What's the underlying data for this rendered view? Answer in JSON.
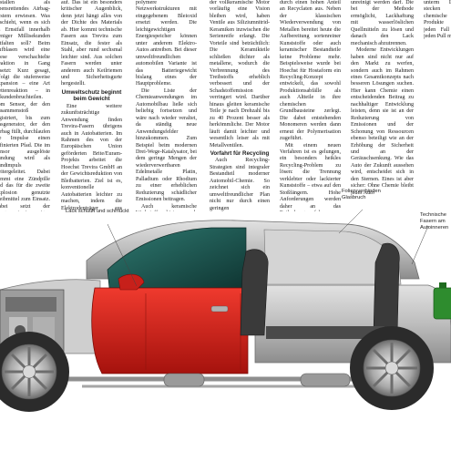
{
  "columns": [
    {
      "id": "c1",
      "blocks": [
        {
          "type": "p",
          "text": "stallen als lebensrettendes Airbag-System erwiesen. Was geschieht, wenn es sich im Ernstfall innerhalb weniger Millisekunden entfalten soll? Beim Aufblasen wird eine wiese verschachtelte Reaktion in Gang gesetzt: Kurz gesagt, erfolgt die stufenweise Expansion – eine Art Kettenreaktion – in Sekundenbruchteilen. Vom Sensor, der den Zusammenstoß registriert, bis zum Gasgenerator, der den Airbag füllt, durchlaufen die Impulse einen definierten Pfad. Die im Sensor ausgelöste Zündung wird als Zündimpuls weitergeleitet. Dabei kommt eine Zündpille und das für die zweite Explosion genutzte Treibmittel zum Einsatz. Dabei setzt der Gasgenerator in wenigen Millisekunden das Gas frei, das den Airbag füllt. Während das Gas mit einer Geschwindigkeit von mehr als 300 Stundenkilometern in den Airbag strömt, bläht sich dieser auf. Mit Silikon beschichtet wird das Gewebe, damit der Stoffsack beim Einsatz geschützt bleibt."
        }
      ]
    },
    {
      "id": "c2",
      "blocks": [
        {
          "type": "p",
          "first": true,
          "text": "auf. Das ist ein besonders kritischer Augenblick, denn jetzt hängt alles von der Dichte des Materials ab. Hier kommt technische Fasern aus Trevira zum Einsatz, die fester als Stahl, aber rund sechsmal leichter sind. Aus solchen Fasern werden unter anderem auch Keilriemen und Sicherheitsgurte hergestellt."
        },
        {
          "type": "h",
          "text": "Umweltschutz beginnt beim Gewicht"
        },
        {
          "type": "p",
          "text": "Eine weitere zukunftsträchtige Anwendung finden Trevira-Fasern übrigens auch in Autobatterien. Im Rahmen des von der Europäischen Union geförderten Brite/Euram-Projekts arbeitet die Hoechst Trevira GmbH an der Gewichtsreduktion von Bleibatterien. Ziel ist es, konventionelle Autobatterien leichter zu machen, indem die Elektrodenträger aus Bleigitter durch"
        }
      ]
    },
    {
      "id": "c3",
      "blocks": [
        {
          "type": "p",
          "first": true,
          "text": "polymere Netzwerkstrukturen mit eingegebenem Bleioxid ersetzt werden. Die leichtgewichtigen Energiespeicher können unter anderem Elektro-Autos antreiben. Bei dieser umweltfreundlichen automobilen Variante ist das Batteriegewicht bislang eines der Hauptprobleme."
        },
        {
          "type": "p",
          "text": "Die Liste der Chemieanwendungen im Automobilbau ließe sich beliebig fortsetzen und wäre nach wieder veraltet, da ständig neue Anwendungsfelder hinzukommen. Zum Beispiel beim modernen Drei-Wege-Katalysator, bei dem geringe Mengen der wiederverwertbaren Edelmetalle Platin, Palladium oder Rhodium zu einer erheblichen Reduzierung schädlicher Emissionen beitragen."
        },
        {
          "type": "p",
          "text": "Auch keramische Werkstoffe bieten noch erhebliches Spielraum für Innovationen. Obwohl"
        }
      ]
    },
    {
      "id": "c4",
      "blocks": [
        {
          "type": "p",
          "first": true,
          "text": "der vollkeramische Motor vorläufig eine Vision bleiben wird, haben Ventile aus Siliziumnitrid-Keramiken inzwischen die Serienreife erlangt. Die Vorteile sind beträchtlich: Die Keramikteile schließen dichter als metallene, wodurch die Verbrennung des Treibstoffs erheblich verbessert und der Schadstoffemission verringert wird. Darüber hinaus gleiten keramische Teile je nach Drehzahl bis zu 40 Prozent besser als herkömmliche. Der Motor läuft damit leichter und wesentlich leiser als mit Metallventilen."
        },
        {
          "type": "h",
          "text": "Vorfahrt für Recycling"
        },
        {
          "type": "p",
          "text": "Auch Recycling-Strategien sind integraler Bestandteil moderner Automobil-Chemie. So zeichnet sich ein umweltfreundlicher Plan nicht nur durch einen geringen Kraftstoffverbrauch und Schadstoffausstoß, sondern auch"
        }
      ]
    },
    {
      "id": "c5",
      "blocks": [
        {
          "type": "p",
          "first": true,
          "text": "durch einen hohen Anteil an Recyclaten aus. Neben der klassischen Wiederverwendung von Metallen bereitet heute die Aufbereitung sortenreiner Kunststoffe oder auch keramischer Bestandteile keine Probleme mehr. Beispielsweise wurde bei Hoechst für Hostaform ein Recycling-Konzept entwickelt, das sowohl Produktionsabfälle als auch Altteile in ihre chemischen Grundbausteine zerlegt. Die dabei entstehenden Monomeren werden dann erneut der Polymerisation zugeführt."
        },
        {
          "type": "p",
          "text": "Mit einem neuen Verfahren ist es gelungen, ein besonders heikles Recycling-Problem zu lösen: die Trennung verklebter oder lackierter Kunststoffe – etwa auf den Stoßfängern. Hohe Anforderungen werden daher an das Entlackungsverfahren gestellt, da der Kunststoff nicht ver-"
        }
      ]
    },
    {
      "id": "c6",
      "blocks": [
        {
          "type": "p",
          "first": true,
          "text": "unreinigt werden darf. Die bei der Methode ermöglicht, Lackhaftung mit wasserlöslichen Quellmitteln zu lösen und danach den Lack mechanisch abzutrennen."
        },
        {
          "type": "p",
          "text": "Moderne Entwicklungen haben sind nicht nur auf den Markt zu werfen, sondern auch im Rahmen eines Gesamtkonzepts nach besseren Lösungen suchen. Hier kann Chemie einen entscheidenden Beitrag zu nachhaltiger Entwicklung leisten, denn sie ist an der Reduzierung von Emissionen und der Schonung von Ressourcen ebenso beteiligt wie an der Erhöhung der Sicherheit und an der Geräuschsenkung. Wie das Auto der Zukunft aussehen wird, entscheidet sich in den Sternen. Eines ist aber sicher: Ohne Chemie bleibt jedes Auto"
        }
      ]
    },
    {
      "id": "c7",
      "blocks": [
        {
          "type": "p",
          "first": true,
          "text": "unterm Lack stecken chemische Produkte auf jeden Fall im jeden Pull mit."
        }
      ]
    }
  ],
  "captions": {
    "lack": "Lack schützt und schmückt",
    "folien": "Folien verbinden Glasbruch",
    "technische": "Technische Fasern am Autoinneren"
  },
  "colors": {
    "body_red": "#d8221c",
    "car_gray": "#c9c9c9",
    "windshield": "#1f5e58",
    "tire": "#2b2b2b",
    "seat": "#3a3a3a",
    "canister": "#2e8c2e"
  },
  "icons": [
    "car-cutaway-illustration",
    "engine-block",
    "wheel",
    "seat",
    "fuel-canister"
  ]
}
